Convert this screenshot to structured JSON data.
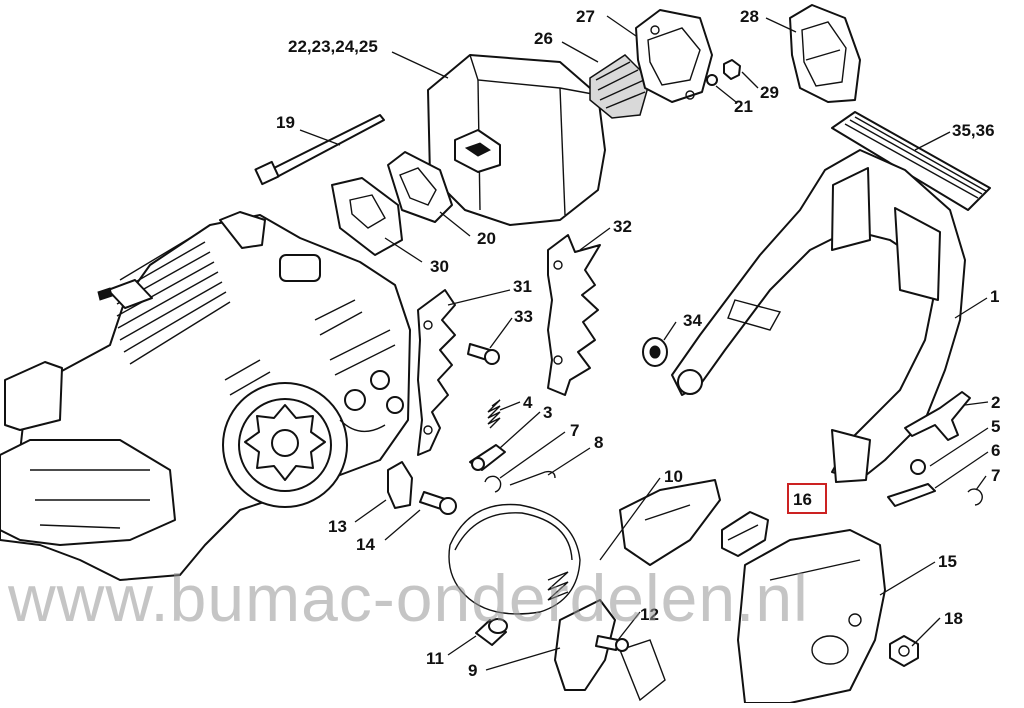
{
  "diagram": {
    "callouts": [
      {
        "id": "c-22-25",
        "label": "22,23,24,25"
      },
      {
        "id": "c-26",
        "label": "26"
      },
      {
        "id": "c-27",
        "label": "27"
      },
      {
        "id": "c-28",
        "label": "28"
      },
      {
        "id": "c-29",
        "label": "29"
      },
      {
        "id": "c-21",
        "label": "21"
      },
      {
        "id": "c-35-36",
        "label": "35,36"
      },
      {
        "id": "c-19",
        "label": "19"
      },
      {
        "id": "c-20",
        "label": "20"
      },
      {
        "id": "c-30",
        "label": "30"
      },
      {
        "id": "c-32",
        "label": "32"
      },
      {
        "id": "c-31",
        "label": "31"
      },
      {
        "id": "c-33",
        "label": "33"
      },
      {
        "id": "c-34",
        "label": "34"
      },
      {
        "id": "c-1",
        "label": "1"
      },
      {
        "id": "c-4",
        "label": "4"
      },
      {
        "id": "c-3",
        "label": "3"
      },
      {
        "id": "c-7a",
        "label": "7"
      },
      {
        "id": "c-8",
        "label": "8"
      },
      {
        "id": "c-2",
        "label": "2"
      },
      {
        "id": "c-5",
        "label": "5"
      },
      {
        "id": "c-6",
        "label": "6"
      },
      {
        "id": "c-7b",
        "label": "7"
      },
      {
        "id": "c-10",
        "label": "10"
      },
      {
        "id": "c-16",
        "label": "16"
      },
      {
        "id": "c-13",
        "label": "13"
      },
      {
        "id": "c-14",
        "label": "14"
      },
      {
        "id": "c-15",
        "label": "15"
      },
      {
        "id": "c-12",
        "label": "12"
      },
      {
        "id": "c-18",
        "label": "18"
      },
      {
        "id": "c-11",
        "label": "11"
      },
      {
        "id": "c-9",
        "label": "9"
      }
    ],
    "highlighted_callout": "16",
    "highlight_color": "#cc2222",
    "watermark": "www.bumac-onderdelen.nl"
  }
}
